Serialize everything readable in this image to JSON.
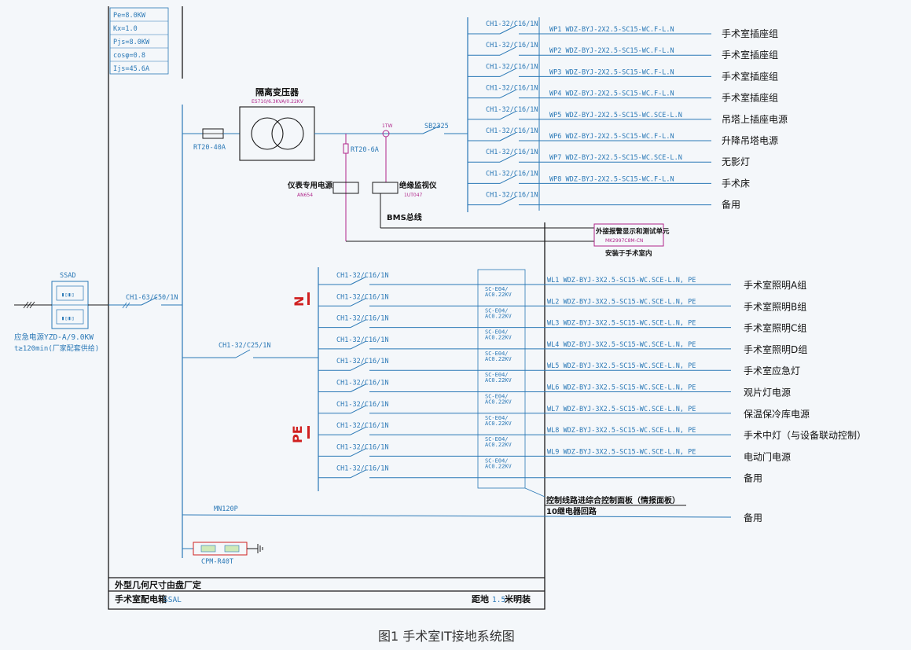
{
  "params": [
    "Pe=8.0KW",
    "Kx=1.0",
    "Pjs=8.0KW",
    "cosφ=0.8",
    "Ijs=45.6A"
  ],
  "source": {
    "box_label": "SSAD",
    "line1": "应急电源YZD-A/9.0KW",
    "line2": "t≥120min(厂家配套供给)"
  },
  "main_breaker": "CH1-63/C50/1N",
  "transformer": {
    "title": "隔离变压器",
    "model": "ES710/6.3KVA/0.22KV",
    "fuse_in": "RT20-40A",
    "fuse_out": "RT20-6A",
    "switch": "SB2325",
    "ct": "1TW"
  },
  "instrument": {
    "label": "仪表专用电源",
    "model": "AN654"
  },
  "monitor": {
    "label": "绝缘监视仪",
    "model": "1UT047"
  },
  "bms": "BMS总线",
  "alarm": {
    "label": "外接报警显示和测试单元",
    "model": "MK2997C8M-CN",
    "note": "安装于手术室内"
  },
  "it_breaker": "CH1-32/C16/1N",
  "it_circuits": [
    {
      "code": "WP1  WDZ-BYJ-2X2.5-SC15-WC.F-L.N",
      "name": "手术室插座组"
    },
    {
      "code": "WP2  WDZ-BYJ-2X2.5-SC15-WC.F-L.N",
      "name": "手术室插座组"
    },
    {
      "code": "WP3  WDZ-BYJ-2X2.5-SC15-WC.F-L.N",
      "name": "手术室插座组"
    },
    {
      "code": "WP4  WDZ-BYJ-2X2.5-SC15-WC.F-L.N",
      "name": "手术室插座组"
    },
    {
      "code": "WP5  WDZ-BYJ-2X2.5-SC15-WC.SCE-L.N",
      "name": "吊塔上插座电源"
    },
    {
      "code": "WP6  WDZ-BYJ-2X2.5-SC15-WC.F-L.N",
      "name": "升降吊塔电源"
    },
    {
      "code": "WP7  WDZ-BYJ-2X2.5-SC15-WC.SCE-L.N",
      "name": "无影灯"
    },
    {
      "code": "WP8  WDZ-BYJ-2X2.5-SC15-WC.F-L.N",
      "name": "手术床"
    },
    {
      "code": "",
      "name": "备用"
    }
  ],
  "tn_breaker_main": "CH1-32/C25/1N",
  "tn_breaker": "CH1-32/C16/1N",
  "n_label": "N",
  "pe_label": "PE",
  "relay": "SC-E04/ AC0.22KV",
  "tn_circuits": [
    {
      "code": "WL1  WDZ-BYJ-3X2.5-SC15-WC.SCE-L.N, PE",
      "name": "手术室照明A组"
    },
    {
      "code": "WL2  WDZ-BYJ-3X2.5-SC15-WC.SCE-L.N, PE",
      "name": "手术室照明B组"
    },
    {
      "code": "WL3  WDZ-BYJ-3X2.5-SC15-WC.SCE-L.N, PE",
      "name": "手术室照明C组"
    },
    {
      "code": "WL4  WDZ-BYJ-3X2.5-SC15-WC.SCE-L.N, PE",
      "name": "手术室照明D组"
    },
    {
      "code": "WL5  WDZ-BYJ-3X2.5-SC15-WC.SCE-L.N, PE",
      "name": "手术室应急灯"
    },
    {
      "code": "WL6  WDZ-BYJ-3X2.5-SC15-WC.SCE-L.N, PE",
      "name": "观片灯电源"
    },
    {
      "code": "WL7  WDZ-BYJ-3X2.5-SC15-WC.SCE-L.N, PE",
      "name": "保温保冷库电源"
    },
    {
      "code": "WL8  WDZ-BYJ-3X2.5-SC15-WC.SCE-L.N, PE",
      "name": "手术中灯（与设备联动控制）"
    },
    {
      "code": "WL9  WDZ-BYJ-3X2.5-SC15-WC.SCE-L.N, PE",
      "name": "电动门电源"
    },
    {
      "code": "",
      "name": "备用"
    }
  ],
  "control_note": "控制线路进综合控制面板（情报面板）",
  "relay_circuits": "10继电器回路",
  "spare_breaker": "MN120P",
  "spare_name": "备用",
  "spd": "CPM-R40T",
  "footer1": "外型几何尺寸由盘厂定",
  "footer2_a": "手术室配电箱",
  "footer2_b": "SSAL",
  "footer2_c": "距地",
  "footer2_d": "1.5",
  "footer2_e": "米明装",
  "caption": "图1   手术室IT接地系统图"
}
